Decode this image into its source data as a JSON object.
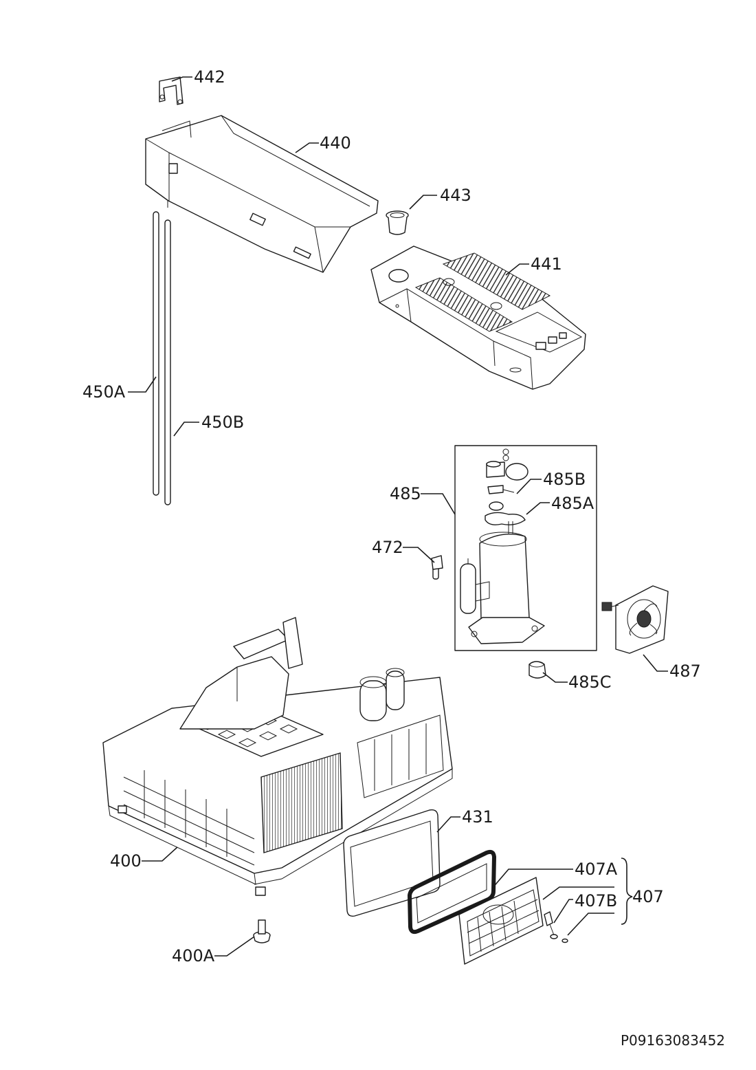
{
  "document_id": "P09163083452",
  "labels": {
    "p400": "400",
    "p400A": "400A",
    "p407": "407",
    "p407A": "407A",
    "p407B": "407B",
    "p431": "431",
    "p440": "440",
    "p441": "441",
    "p442": "442",
    "p443": "443",
    "p450A": "450A",
    "p450B": "450B",
    "p472": "472",
    "p485": "485",
    "p485A": "485A",
    "p485B": "485B",
    "p485C": "485C",
    "p487": "487"
  }
}
